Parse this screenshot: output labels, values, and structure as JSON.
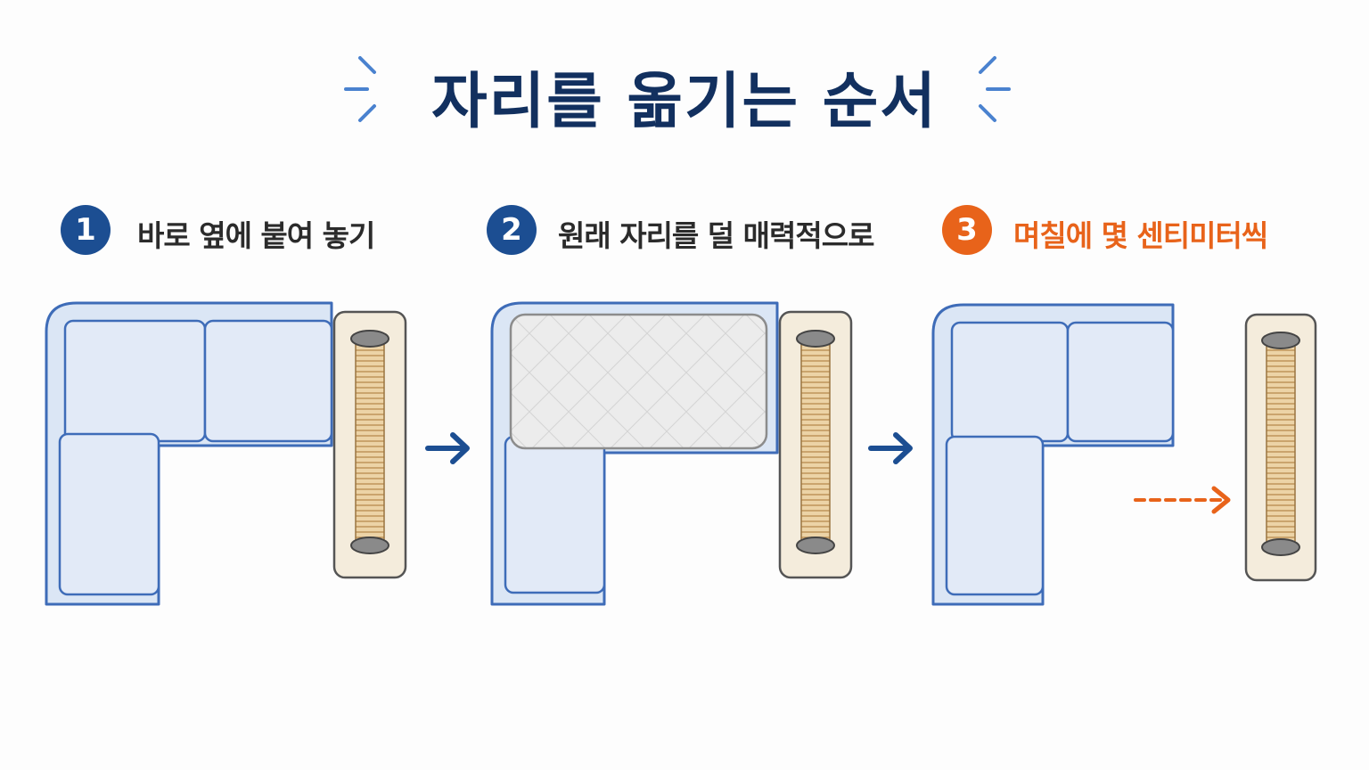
{
  "title": "자리를 옮기는 순서",
  "colors": {
    "title": "#12305f",
    "badge_blue": "#1c4e92",
    "accent_orange": "#e8631a",
    "sofa_fill": "#dbe6f5",
    "sofa_stroke": "#3e6cb8",
    "arrow_blue": "#1c4e92"
  },
  "steps": [
    {
      "number": "1",
      "label": "바로 옆에 붙여 놓기",
      "badge_color": "#1c4e92"
    },
    {
      "number": "2",
      "label": "원래 자리를 덜 매력적으로",
      "badge_color": "#1c4e92"
    },
    {
      "number": "3",
      "label": "며칠에 몇 센티미터씩",
      "badge_color": "#e8631a"
    }
  ],
  "icons": [
    "sparkle-icon",
    "arrow-right-icon",
    "dashed-arrow-icon",
    "sofa-icon",
    "scratching-post-icon",
    "cover-icon"
  ]
}
